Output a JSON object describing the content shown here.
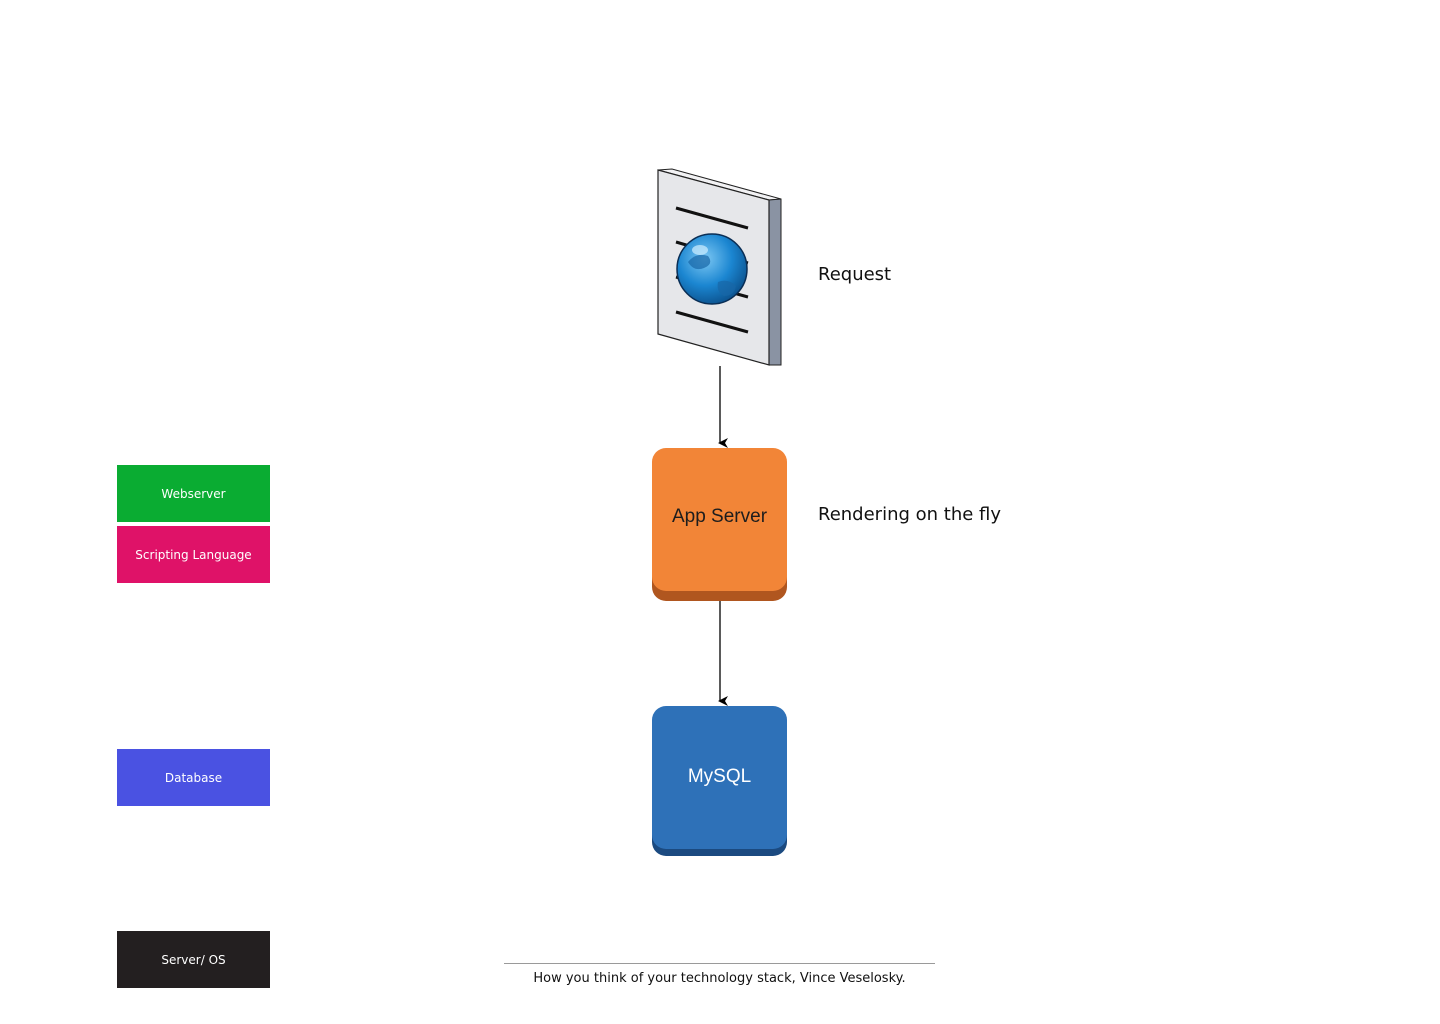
{
  "legend": {
    "webserver": "Webserver",
    "scripting_language": "Scripting Language",
    "database": "Database",
    "server_os": "Server/ OS"
  },
  "nodes": {
    "request_label": "Request",
    "app_server": "App Server",
    "rendering_label": "Rendering on the fly",
    "mysql": "MySQL"
  },
  "caption": "How you think of your technology stack, Vince Veselosky.",
  "colors": {
    "webserver": "#0aac32",
    "scripting_language": "#df1268",
    "database": "#4a52e2",
    "server_os": "#231f20",
    "app_server": "#f28537",
    "app_server_shadow": "#b0561f",
    "mysql": "#2e71b8",
    "mysql_shadow": "#1b4a80",
    "globe": "#1b86d1"
  },
  "icons": {
    "request": "web-page-globe-icon"
  }
}
